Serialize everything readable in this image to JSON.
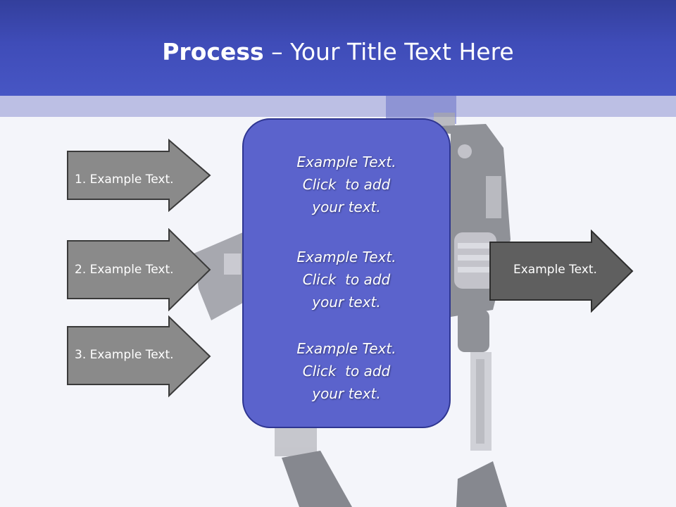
{
  "header": {
    "title_bold": "Process",
    "title_rest": " – Your Title Text Here"
  },
  "inputs": [
    {
      "label": "1. Example Text."
    },
    {
      "label": "2. Example Text."
    },
    {
      "label": "3. Example Text."
    }
  ],
  "center": {
    "blocks": [
      {
        "text": "Example Text.\nClick  to add\nyour text."
      },
      {
        "text": "Example Text.\nClick  to add\nyour text."
      },
      {
        "text": "Example Text.\nClick  to add\nyour text."
      }
    ]
  },
  "output": {
    "label": "Example Text."
  },
  "colors": {
    "header": "#3f4cb8",
    "band": "#bcbfe4",
    "center_fill": "#5b63cc",
    "input_arrow": "#8a8a8a",
    "output_arrow": "#5f5f5f"
  }
}
